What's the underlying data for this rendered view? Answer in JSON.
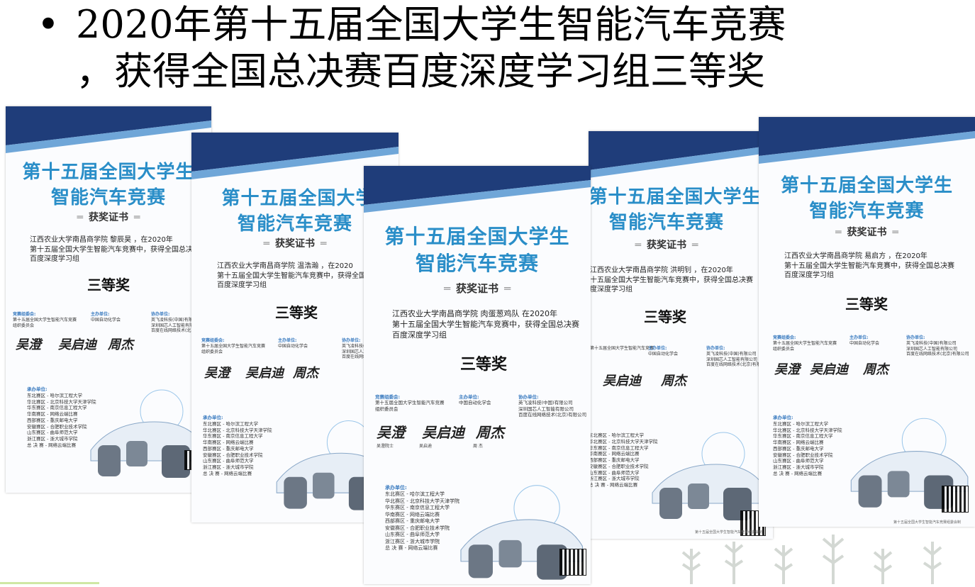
{
  "slide": {
    "bullet": "•",
    "title_line1": "2020年第十五届全国大学生智能汽车竞赛",
    "title_line2": "，获得全国总决赛百度深度学习组三等奖"
  },
  "certificates": [
    {
      "heading1": "第十五届全国大学生",
      "heading2": "智能汽车竞赛",
      "subtitle": "获奖证书",
      "recipient_line": "江西农业大学南昌商学院  黎辰昊       ，在2020年",
      "line2": "第十五届全国大学生智能汽车竞赛中，获得全国总决赛",
      "line3": "百度深度学习组",
      "prize": "三等奖"
    },
    {
      "heading1": "第十五届全国大学生",
      "heading2": "智能汽车竞赛",
      "subtitle": "获奖证书",
      "recipient_line": "江西农业大学南昌商学院  温浩瀚       ，在2020",
      "line2": "第十五届全国大学生智能汽车竞赛中，获得全国总决",
      "line3": "百度深度学习组",
      "prize": "三等奖"
    },
    {
      "heading1": "第十五届全国大学生",
      "heading2": "智能汽车竞赛",
      "subtitle": "获奖证书",
      "recipient_line": "江西农业大学南昌商学院  肉蛋葱鸡队    在2020年",
      "line2": "第十五届全国大学生智能汽车竞赛中，获得全国总决赛",
      "line3": "百度深度学习组",
      "prize": "三等奖"
    },
    {
      "heading1": "第十五届全国大学生",
      "heading2": "智能汽车竞赛",
      "subtitle": "获奖证书",
      "recipient_line": "江西农业大学南昌商学院  洪明钊       ，在2020年",
      "line2": "十五届全国大学生智能汽车竞赛中，获得全国总决赛",
      "line3": "度深度学习组",
      "prize": "三等奖"
    },
    {
      "heading1": "第十五届全国大学生",
      "heading2": "智能汽车竞赛",
      "subtitle": "获奖证书",
      "recipient_line": "江西农业大学南昌商学院  易启方       ，在2020年",
      "line2": "第十五届全国大学生智能汽车竞赛中，获得全国总决赛",
      "line3": "百度深度学习组",
      "prize": "三等奖"
    }
  ],
  "organizers": {
    "competition_committee_label": "竞赛组委会:",
    "competition_committee": "第十五届全国大学生智能汽车竞赛",
    "committee_suffix": "组织委员会",
    "host_label": "主办单位:",
    "host": "中国自动化学会",
    "co_label": "协办单位:",
    "co1": "英飞凌科技(中国)有限公司",
    "co2": "深圳国芯人工智能有限公司",
    "co3": "百度在线网络技术(北京)有限公司",
    "sig1": "吴澄",
    "sig2": "吴启迪",
    "sig3": "周杰",
    "sig1_name": "吴澄院士",
    "sig2_name": "吴启迪",
    "sig3_name": "周 杰"
  },
  "regions": {
    "label": "承办单位:",
    "items": [
      "东北赛区 - 哈尔滨工程大学",
      "华北赛区 - 北京科技大学天津学院",
      "华东赛区 - 南京信息工程大学",
      "华南赛区 - 网络云端比赛",
      "西部赛区 - 重庆邮电大学",
      "安徽赛区 - 合肥职业技术学院",
      "山东赛区 - 曲阜师范大学",
      "浙江赛区 - 浙大城市学院",
      "总 决 赛 - 网络云端比赛"
    ]
  },
  "footer": "第十五届全国大学生智能汽车竞赛组委会制",
  "colors": {
    "heading_blue": "#2a8ec8",
    "band_dark": "#1f3d7a",
    "band_light": "#6fa6d8"
  }
}
